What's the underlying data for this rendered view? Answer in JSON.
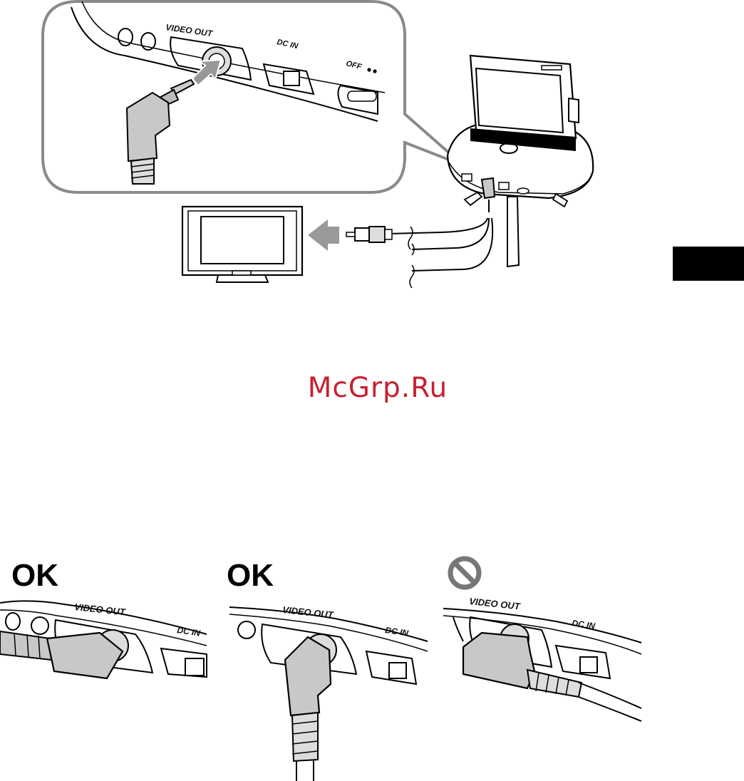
{
  "watermark": "McGrp.Ru",
  "callout": {
    "video_out": "VIDEO OUT",
    "dc_in": "DC IN",
    "off": "OFF"
  },
  "panels": [
    {
      "status": "OK",
      "video_out": "VIDEO OUT",
      "dc_in": "DC IN",
      "icon": "ok-text"
    },
    {
      "status": "OK",
      "video_out": "VIDEO OUT",
      "dc_in": "DC IN",
      "icon": "ok-text"
    },
    {
      "status": "",
      "video_out": "VIDEO OUT",
      "dc_in": "DC IN",
      "icon": "prohibited-icon"
    }
  ],
  "colors": {
    "callout_border": "#8a8a8a",
    "plug": "#c8c8c8",
    "arrow": "#999999",
    "watermark": "#c8202f",
    "tab": "#000000"
  }
}
